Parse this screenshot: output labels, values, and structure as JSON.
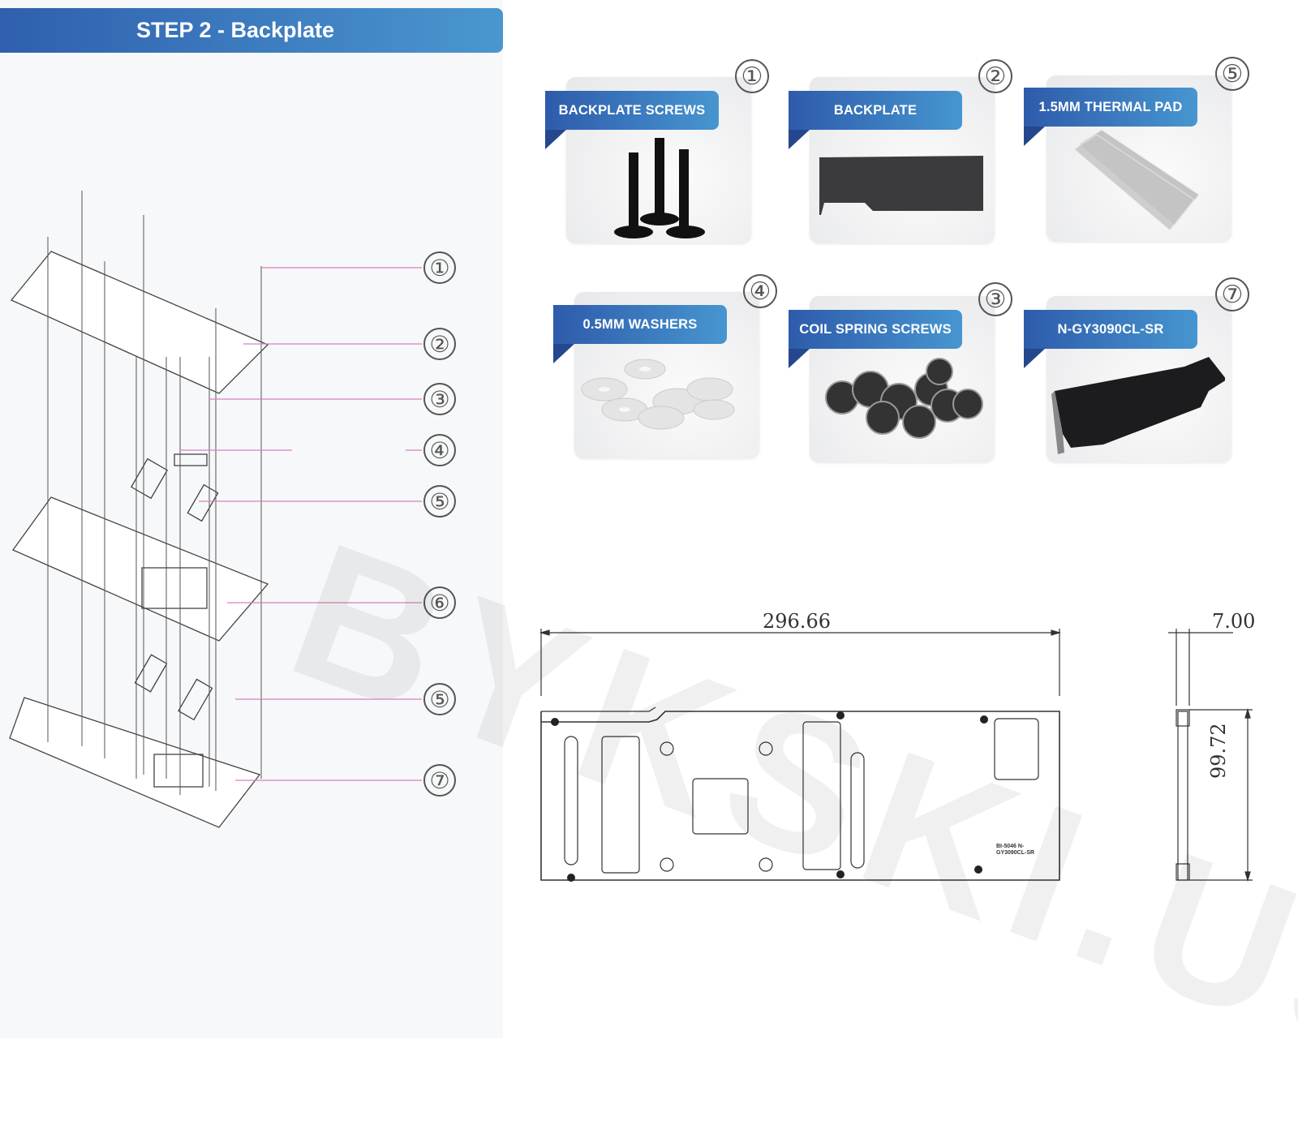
{
  "header": {
    "title": "STEP 2 - Backplate"
  },
  "callouts": [
    "①",
    "②",
    "③",
    "④",
    "⑤",
    "⑥",
    "⑤",
    "⑦"
  ],
  "parts": [
    {
      "label": "BACKPLATE SCREWS",
      "number": "①"
    },
    {
      "label": "BACKPLATE",
      "number": "②"
    },
    {
      "label": "1.5MM THERMAL PAD",
      "number": "⑤"
    },
    {
      "label": "0.5MM WASHERS",
      "number": "④"
    },
    {
      "label": "COIL SPRING SCREWS",
      "number": "③"
    },
    {
      "label": "N-GY3090CL-SR",
      "number": "⑦"
    }
  ],
  "drawing": {
    "width_dim": "296.66",
    "thickness_dim": "7.00",
    "height_dim": "99.72",
    "plate_text": "BI-5046 N-GY3090CL-SR"
  },
  "watermark": "BYKSKI.US"
}
